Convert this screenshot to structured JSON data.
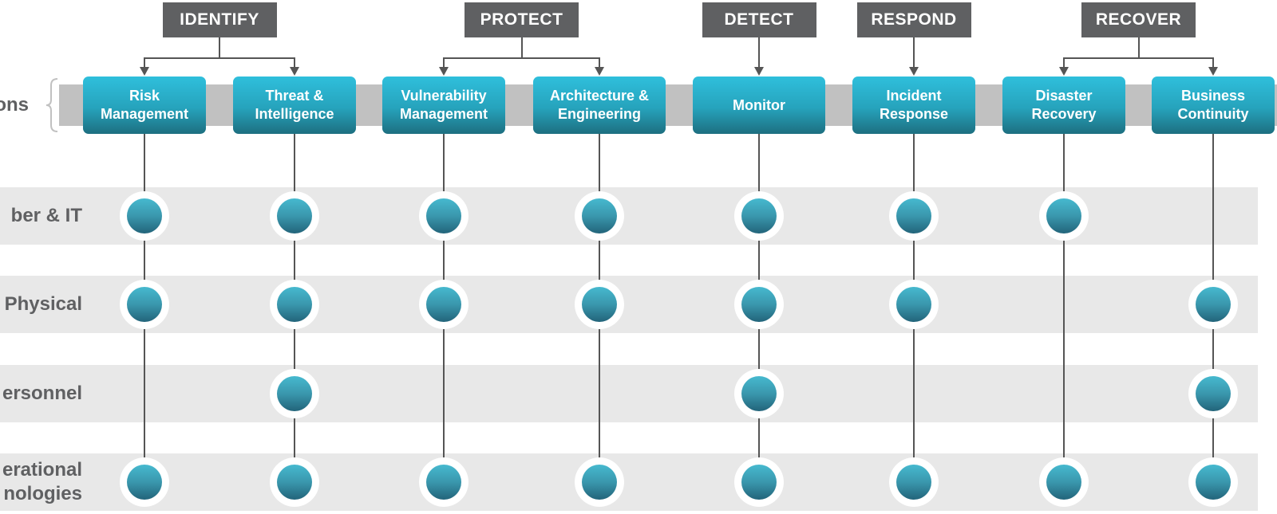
{
  "functions": [
    {
      "label": "IDENTIFY",
      "capabilities": [
        0,
        1
      ]
    },
    {
      "label": "PROTECT",
      "capabilities": [
        2,
        3
      ]
    },
    {
      "label": "DETECT",
      "capabilities": [
        4
      ]
    },
    {
      "label": "RESPOND",
      "capabilities": [
        5
      ]
    },
    {
      "label": "RECOVER",
      "capabilities": [
        6,
        7
      ]
    }
  ],
  "bar_label": "ons",
  "capabilities": [
    {
      "lines": [
        "Risk",
        "Management"
      ]
    },
    {
      "lines": [
        "Threat &",
        "Intelligence"
      ]
    },
    {
      "lines": [
        "Vulnerability",
        "Management"
      ]
    },
    {
      "lines": [
        "Architecture &",
        "Engineering"
      ]
    },
    {
      "lines": [
        "Monitor"
      ]
    },
    {
      "lines": [
        "Incident",
        "Response"
      ]
    },
    {
      "lines": [
        "Disaster",
        "Recovery"
      ]
    },
    {
      "lines": [
        "Business",
        "Continuity"
      ]
    }
  ],
  "rows": [
    {
      "lines": [
        "ber & IT"
      ],
      "dots": [
        true,
        true,
        true,
        true,
        true,
        true,
        true,
        false
      ]
    },
    {
      "lines": [
        "Physical"
      ],
      "dots": [
        true,
        true,
        true,
        true,
        true,
        true,
        false,
        true
      ]
    },
    {
      "lines": [
        "ersonnel"
      ],
      "dots": [
        false,
        true,
        false,
        false,
        true,
        false,
        false,
        true
      ]
    },
    {
      "lines": [
        "erational",
        "nologies"
      ],
      "dots": [
        true,
        true,
        true,
        true,
        true,
        true,
        true,
        true
      ]
    }
  ],
  "colors": {
    "function_box": "#5f6062",
    "capability_top": "#2fbfdc",
    "capability_bottom": "#1d6f80",
    "row_band": "#e8e8e8",
    "capability_bar": "#c1c1c1",
    "connector": "#555555",
    "label_text": "#5f6062"
  }
}
